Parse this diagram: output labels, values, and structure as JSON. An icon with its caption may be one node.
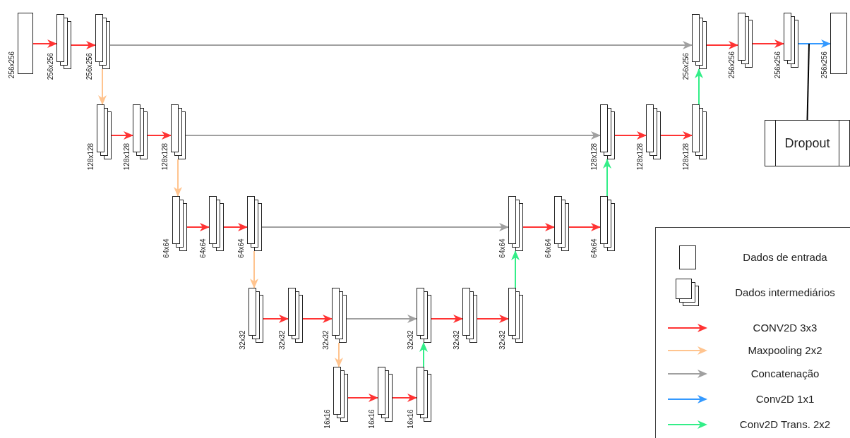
{
  "diagram": {
    "nodes": [
      {
        "text": [],
        "shape": "box",
        "beside": [
          "256x256"
        ]
      },
      {
        "text": [],
        "shape": "stack",
        "beside": [
          "256x256"
        ]
      },
      {
        "text": [],
        "shape": "stack",
        "beside": [
          "256x256"
        ]
      },
      {
        "text": [],
        "shape": "stack",
        "beside": [
          "256x256"
        ]
      },
      {
        "text": [],
        "shape": "stack",
        "beside": [
          "256x256"
        ]
      },
      {
        "text": [],
        "shape": "stack",
        "beside": [
          "256x256"
        ]
      },
      {
        "text": [],
        "shape": "box",
        "beside": [
          "256x256"
        ]
      },
      {
        "text": [
          "Dropout"
        ]
      },
      {
        "text": [],
        "shape": "stack",
        "beside": [
          "128x128"
        ]
      },
      {
        "text": [],
        "shape": "stack",
        "beside": [
          "128x128"
        ]
      },
      {
        "text": [],
        "shape": "stack",
        "beside": [
          "128x128"
        ]
      },
      {
        "text": [],
        "shape": "stack",
        "beside": [
          "128x128"
        ]
      },
      {
        "text": [],
        "shape": "stack",
        "beside": [
          "128x128"
        ]
      },
      {
        "text": [],
        "shape": "stack",
        "beside": [
          "128x128"
        ]
      },
      {
        "text": [],
        "shape": "stack",
        "beside": [
          "64x64"
        ]
      },
      {
        "text": [],
        "shape": "stack",
        "beside": [
          "64x64"
        ]
      },
      {
        "text": [],
        "shape": "stack",
        "beside": [
          "64x64"
        ]
      },
      {
        "text": [],
        "shape": "stack",
        "beside": [
          "64x64"
        ]
      },
      {
        "text": [],
        "shape": "stack",
        "beside": [
          "64x64"
        ]
      },
      {
        "text": [],
        "shape": "stack",
        "beside": [
          "64x64"
        ]
      },
      {
        "text": [],
        "shape": "stack",
        "beside": [
          "32x32"
        ]
      },
      {
        "text": [],
        "shape": "stack",
        "beside": [
          "32x32"
        ]
      },
      {
        "text": [],
        "shape": "stack",
        "beside": [
          "32x32"
        ]
      },
      {
        "text": [],
        "shape": "stack",
        "beside": [
          "32x32"
        ]
      },
      {
        "text": [],
        "shape": "stack",
        "beside": [
          "32x32"
        ]
      },
      {
        "text": [],
        "shape": "stack",
        "beside": [
          "32x32"
        ]
      },
      {
        "text": [],
        "shape": "stack",
        "beside": [
          "16x16"
        ]
      },
      {
        "text": [],
        "shape": "stack",
        "beside": [
          "16x16"
        ]
      },
      {
        "text": [],
        "shape": "stack",
        "beside": [
          "16x16"
        ]
      }
    ],
    "edges": [
      {
        "from": 0,
        "to": 1,
        "arrow": "to"
      },
      {
        "from": 1,
        "to": 2,
        "arrow": "to"
      },
      {
        "from": 2,
        "to": 3,
        "arrow": "to",
        "color": "#a0a0a0"
      },
      {
        "from": 3,
        "to": 4,
        "arrow": "to"
      },
      {
        "from": 4,
        "to": 5,
        "arrow": "to"
      },
      {
        "from": 5,
        "to": 6,
        "arrow": "to",
        "color": "#3399ff"
      },
      {
        "from": 7,
        "to": null,
        "arrow": "none",
        "color": "#000000"
      },
      {
        "from": 2,
        "to": 8,
        "arrow": "to",
        "color": "#ffc48f"
      },
      {
        "from": 8,
        "to": 9,
        "arrow": "to"
      },
      {
        "from": 9,
        "to": 10,
        "arrow": "to"
      },
      {
        "from": 10,
        "to": 11,
        "arrow": "to",
        "color": "#a0a0a0"
      },
      {
        "from": 11,
        "to": 12,
        "arrow": "to"
      },
      {
        "from": 12,
        "to": 13,
        "arrow": "to"
      },
      {
        "from": 13,
        "to": 3,
        "arrow": "to",
        "color": "#33ee88"
      },
      {
        "from": 10,
        "to": 14,
        "arrow": "to",
        "color": "#ffc48f"
      },
      {
        "from": 14,
        "to": 15,
        "arrow": "to"
      },
      {
        "from": 15,
        "to": 16,
        "arrow": "to"
      },
      {
        "from": 16,
        "to": 17,
        "arrow": "to",
        "color": "#a0a0a0"
      },
      {
        "from": 17,
        "to": 18,
        "arrow": "to"
      },
      {
        "from": 18,
        "to": 19,
        "arrow": "to"
      },
      {
        "from": 19,
        "to": 11,
        "arrow": "to",
        "color": "#33ee88"
      },
      {
        "from": 16,
        "to": 20,
        "arrow": "to",
        "color": "#ffc48f"
      },
      {
        "from": 20,
        "to": 21,
        "arrow": "to"
      },
      {
        "from": 21,
        "to": 22,
        "arrow": "to"
      },
      {
        "from": 22,
        "to": 23,
        "arrow": "to",
        "color": "#a0a0a0"
      },
      {
        "from": 23,
        "to": 24,
        "arrow": "to"
      },
      {
        "from": 24,
        "to": 25,
        "arrow": "to"
      },
      {
        "from": 25,
        "to": 17,
        "arrow": "to",
        "color": "#33ee88"
      },
      {
        "from": 22,
        "to": 26,
        "arrow": "to",
        "color": "#ffc48f"
      },
      {
        "from": 26,
        "to": 27,
        "arrow": "to"
      },
      {
        "from": 27,
        "to": 28,
        "arrow": "to"
      },
      {
        "from": 28,
        "to": 23,
        "arrow": "to",
        "color": "#33ee88"
      }
    ],
    "legend": [
      {
        "text": "Dados de entrada"
      },
      {
        "text": "Dados intermediários"
      },
      {
        "text": "CONV2D 3x3",
        "color": "#ff3333"
      },
      {
        "text": "Maxpooling 2x2",
        "color": "#ffc48f"
      },
      {
        "text": "Concatenação",
        "color": "#a0a0a0"
      },
      {
        "text": "Conv2D 1x1",
        "color": "#3399ff"
      },
      {
        "text": "Conv2D Trans. 2x2",
        "color": "#33ee88"
      }
    ]
  }
}
